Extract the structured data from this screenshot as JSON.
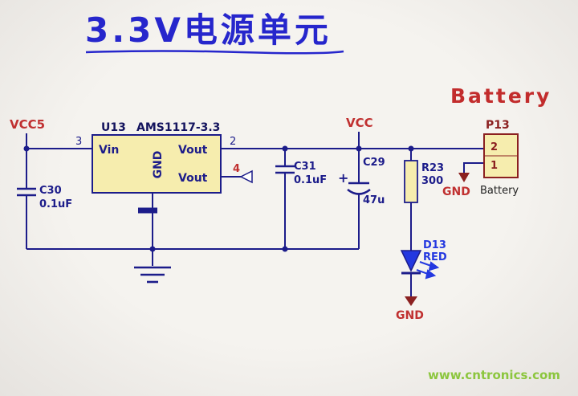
{
  "title": "3.3V电源单元",
  "watermark": "www.cntronics.com",
  "colors": {
    "wire": "#1c1c8a",
    "net_label_red": "#c03030",
    "connector_dark_red": "#8b2020",
    "component_fill_yellow": "#f6edae",
    "led_blue": "#2438e0",
    "title_blue": "#2626cc",
    "watermark_green": "#8cc63e"
  },
  "nets": {
    "vcc5": "VCC5",
    "vcc": "VCC",
    "gnd_led": "GND",
    "gnd_battery": "GND"
  },
  "regulator": {
    "ref": "U13",
    "part": "AMS1117-3.3",
    "pin_in_label": "Vin",
    "pin_gnd_label": "GND",
    "pin_out_top_label": "Vout",
    "pin_out_bottom_label": "Vout",
    "pin_in_num": "3",
    "pin_out_top_num": "2",
    "pin_out_bottom_num": "4"
  },
  "capacitors": {
    "c30": {
      "ref": "C30",
      "value": "0.1uF"
    },
    "c31": {
      "ref": "C31",
      "value": "0.1uF"
    },
    "c29": {
      "ref": "C29",
      "value": "47u",
      "polarity": "+"
    }
  },
  "resistor": {
    "ref": "R23",
    "value": "300"
  },
  "led": {
    "ref": "D13",
    "value": "RED"
  },
  "battery": {
    "heading": "Battery",
    "connector_ref": "P13",
    "pin_top": "2",
    "pin_bottom": "1",
    "label": "Battery"
  }
}
